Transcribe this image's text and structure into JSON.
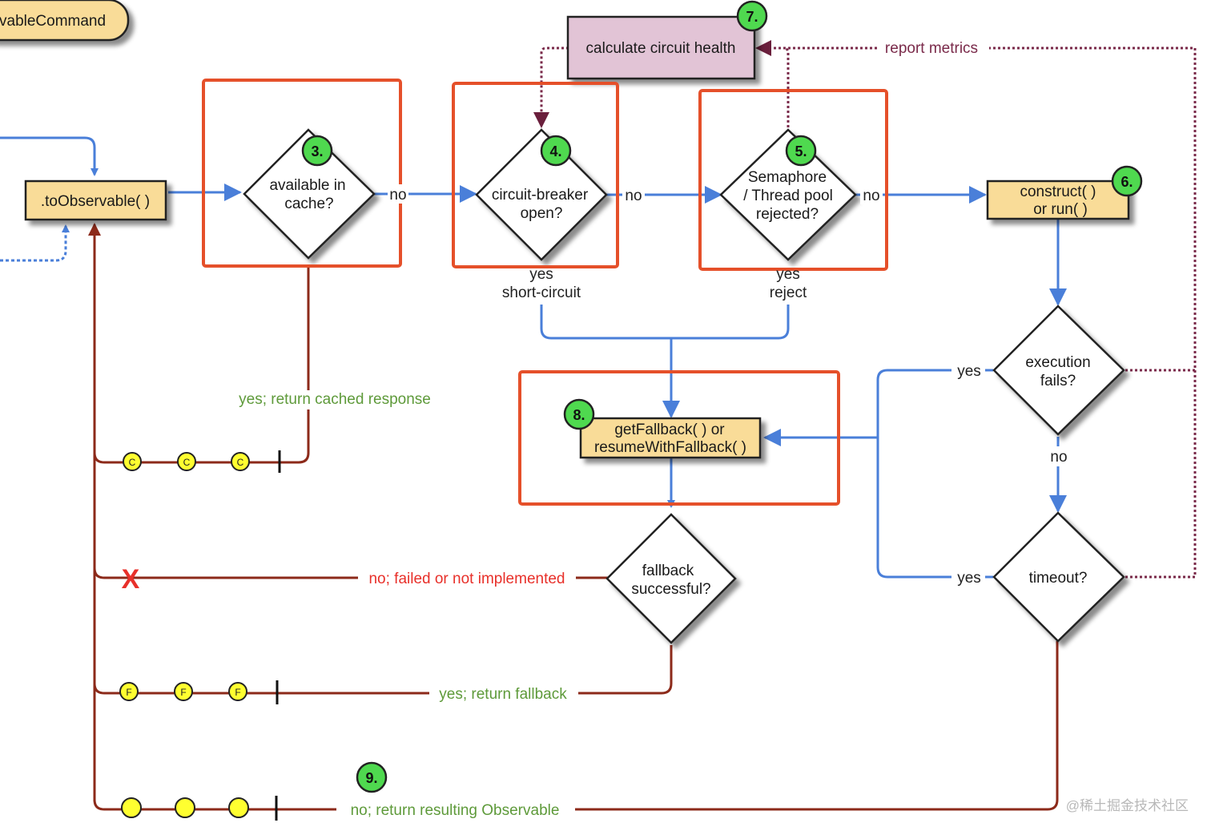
{
  "colors": {
    "blue": "#4a7fd9",
    "dark_red": "#8c2a1a",
    "maroon": "#7a2a4a",
    "fail_red": "#e8302a",
    "green_text": "#5e9a3a",
    "highlight": "#e5502a",
    "step_green": "#4fd94f",
    "box_fill": "#f9dc98",
    "health_fill": "#e2c4d6",
    "marble_fill": "#ffff30"
  },
  "nodes": {
    "command": "vableCommand",
    "to_observable": ".toObservable( )",
    "cache_q": [
      "available in",
      "cache?"
    ],
    "breaker_q": [
      "circuit-breaker",
      "open?"
    ],
    "semaphore_q": [
      "Semaphore",
      "/ Thread pool",
      "rejected?"
    ],
    "construct": [
      "construct( )",
      "or run( )"
    ],
    "health": "calculate circuit health",
    "execution_q": [
      "execution",
      "fails?"
    ],
    "timeout_q": "timeout?",
    "fallback": [
      "getFallback( ) or",
      "resumeWithFallback( )"
    ],
    "fallback_q": [
      "fallback",
      "successful?"
    ]
  },
  "steps": [
    "3.",
    "4.",
    "5.",
    "6.",
    "7.",
    "8.",
    "9."
  ],
  "labels": {
    "no": "no",
    "yes": "yes",
    "short_circuit": "short-circuit",
    "reject": "reject",
    "report_metrics": "report metrics",
    "cached": "yes; return cached response",
    "not_impl": "no; failed or not implemented",
    "return_fallback": "yes; return fallback",
    "return_observable": "no; return resulting Observable"
  },
  "marbles": {
    "cached": "C",
    "fallback": "F",
    "failure": "X"
  },
  "watermark": "@稀土掘金技术社区"
}
